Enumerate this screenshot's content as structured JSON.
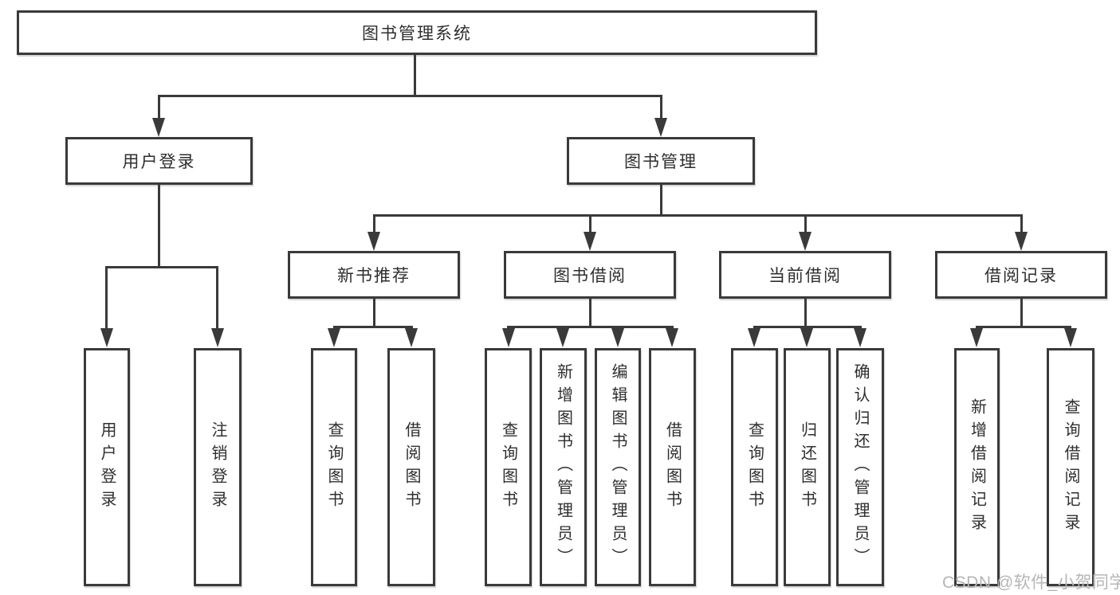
{
  "diagram": {
    "root": "图书管理系统",
    "branches": [
      {
        "label": "用户登录",
        "children": [
          "用户登录",
          "注销登录"
        ]
      },
      {
        "label": "图书管理",
        "sections": [
          {
            "label": "新书推荐",
            "children": [
              "查询图书",
              "借阅图书"
            ]
          },
          {
            "label": "图书借阅",
            "children": [
              "查询图书",
              "新增图书（管理员）",
              "编辑图书（管理员）",
              "借阅图书"
            ]
          },
          {
            "label": "当前借阅",
            "children": [
              "查询图书",
              "归还图书",
              "确认归还（管理员）"
            ]
          },
          {
            "label": "借阅记录",
            "children": [
              "新增借阅记录",
              "查询借阅记录"
            ]
          }
        ]
      }
    ],
    "watermark": "CSDN @软件_小贺同学"
  }
}
